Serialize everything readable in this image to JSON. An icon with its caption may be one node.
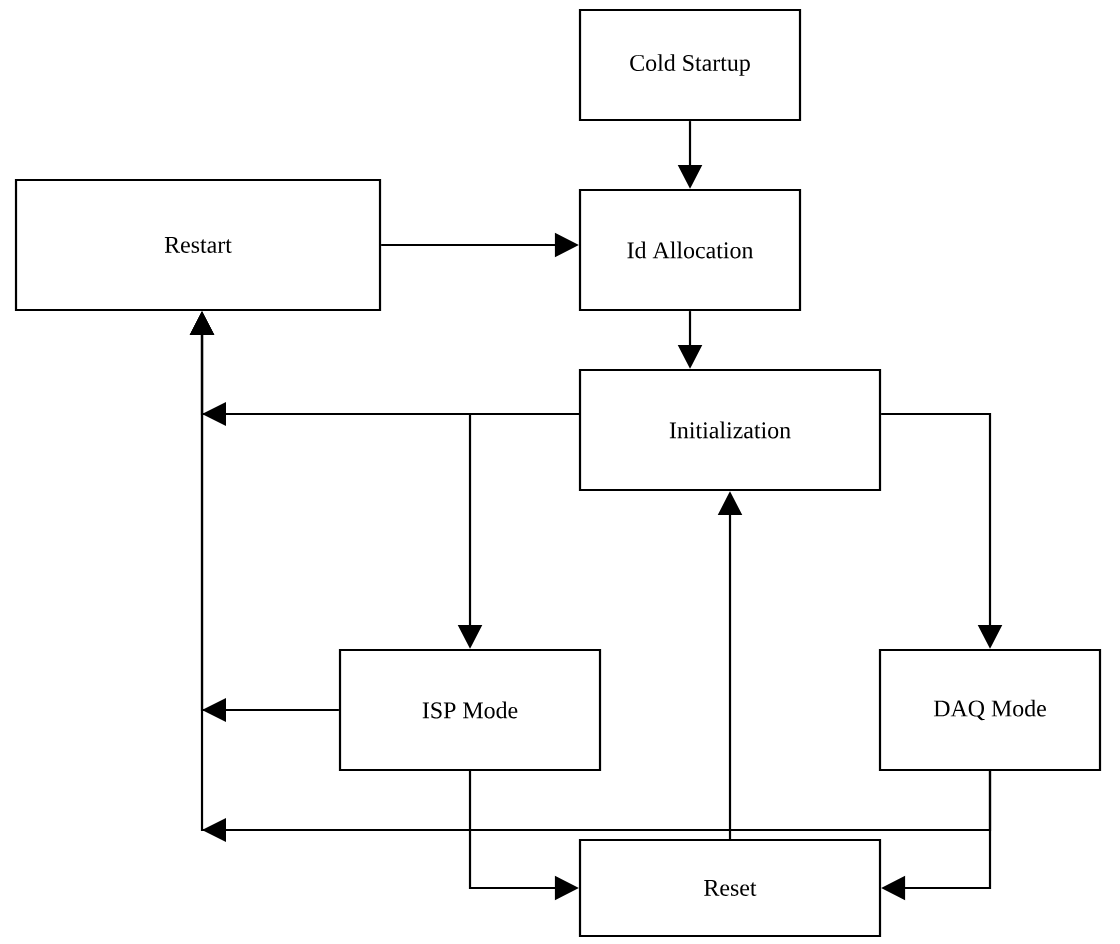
{
  "diagram": {
    "nodes": [
      {
        "text": [
          "Cold Startup"
        ]
      },
      {
        "text": [
          "Restart"
        ]
      },
      {
        "text": [
          "Id Allocation"
        ]
      },
      {
        "text": [
          "Initialization"
        ]
      },
      {
        "text": [
          "ISP  Mode"
        ]
      },
      {
        "text": [
          "DAQ Mode"
        ]
      },
      {
        "text": [
          "Reset"
        ]
      }
    ],
    "edges": [
      {
        "from": 0,
        "to": 2,
        "arrow": "to"
      },
      {
        "from": 1,
        "to": 2,
        "arrow": "to"
      },
      {
        "from": 2,
        "to": 3,
        "arrow": "to"
      },
      {
        "from": 3,
        "to": 1,
        "arrow": "to"
      },
      {
        "from": 3,
        "to": 4,
        "arrow": "to"
      },
      {
        "from": 3,
        "to": 5,
        "arrow": "to"
      },
      {
        "from": 4,
        "to": 1,
        "arrow": "to"
      },
      {
        "from": 4,
        "to": 6,
        "arrow": "to"
      },
      {
        "from": 5,
        "to": 6,
        "arrow": "to"
      },
      {
        "from": 5,
        "to": 1,
        "arrow": "to"
      },
      {
        "from": 6,
        "to": 3,
        "arrow": "to"
      }
    ]
  }
}
